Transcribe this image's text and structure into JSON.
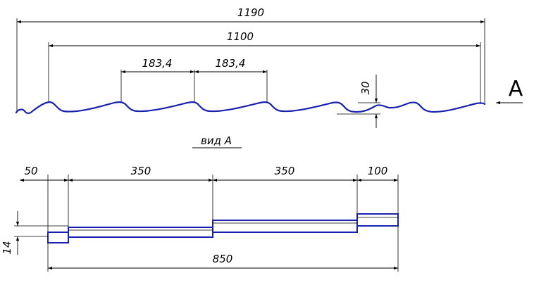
{
  "top_view": {
    "dim_total": "1190",
    "dim_useful": "1100",
    "dim_pitch_1": "183,4",
    "dim_pitch_2": "183,4",
    "dim_height": "30",
    "view_letter": "A"
  },
  "side_view": {
    "caption": "вид А",
    "dim_step_start": "50",
    "dim_step_a": "350",
    "dim_step_b": "350",
    "dim_step_end": "100",
    "dim_thickness": "14",
    "dim_length": "850"
  },
  "colors": {
    "profile": "#1a23b0",
    "dimension": "#000000"
  }
}
